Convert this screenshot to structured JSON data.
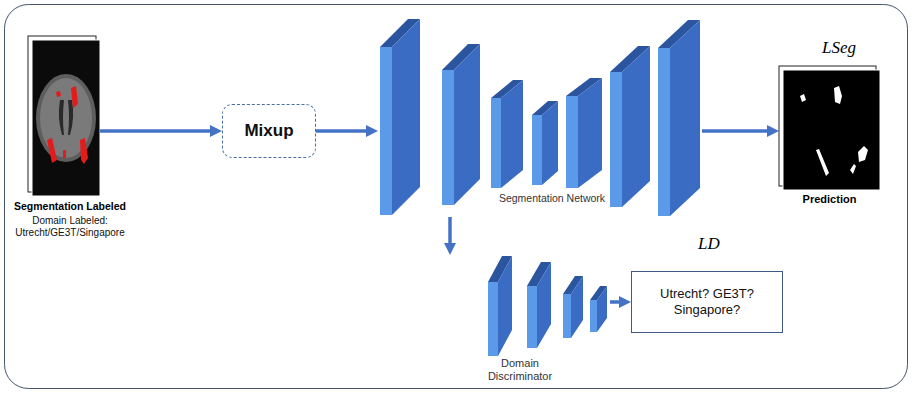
{
  "diagram": {
    "nodes": [
      {
        "text": [
          "Segmentation Labeled",
          "Domain Labeled: Utrecht/GE3T/Singapore"
        ]
      },
      {
        "text": [
          "Mixup"
        ]
      },
      {
        "text": [
          "Segmentation Network"
        ]
      },
      {
        "text": [
          "Prediction"
        ]
      },
      {
        "text": [
          "Domain Discriminator"
        ]
      },
      {
        "text": [
          "Utrecht? GE3T? Singapore?"
        ]
      }
    ],
    "edges": [
      {
        "from": 0,
        "to": 1,
        "arrow": "to"
      },
      {
        "from": 1,
        "to": 2,
        "arrow": "to"
      },
      {
        "from": 2,
        "to": 3,
        "arrow": "to"
      },
      {
        "from": 2,
        "to": 4,
        "arrow": "to"
      },
      {
        "from": 4,
        "to": 5,
        "arrow": "to"
      }
    ],
    "labels": [
      "LSeg",
      "LD"
    ]
  }
}
